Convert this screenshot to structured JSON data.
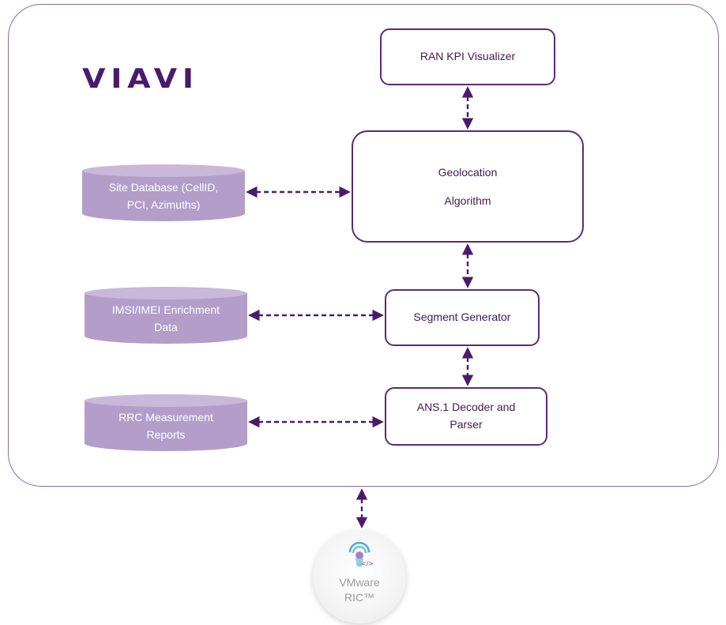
{
  "logo": {
    "text": "VIAVI"
  },
  "boxes": {
    "kpi_visualizer": "RAN KPI Visualizer",
    "geolocation": "Geolocation\nAlgorithm",
    "segment_generator": "Segment Generator",
    "asn_decoder": "ANS.1 Decoder and\nParser"
  },
  "databases": {
    "site": "Site Database (CellID,\nPCI, Azimuths)",
    "enrichment": "IMSI/IMEI Enrichment\nData",
    "rrc": "RRC Measurement\nReports"
  },
  "ric": {
    "line1": "VMware",
    "line2": "RIC™"
  },
  "colors": {
    "frame": "#8a6aa3",
    "box_border": "#5a2a7a",
    "database_fill": "#b39dc9",
    "database_top": "#c9b8da",
    "arrow": "#4b1b6b",
    "logo": "#4b1b6b"
  }
}
